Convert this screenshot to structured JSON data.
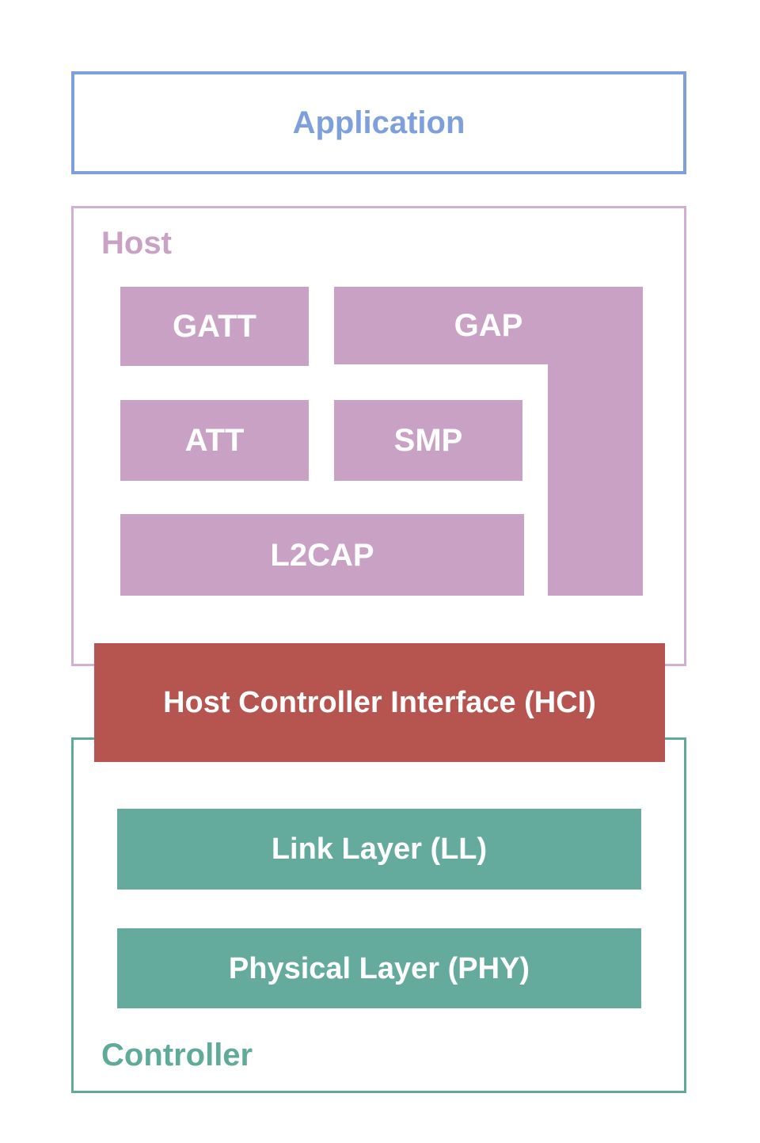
{
  "colors": {
    "background": "#ffffff",
    "app_border": "#7e9fdc",
    "app_text": "#7da0dc",
    "host_border": "#d2b0d2",
    "host_text": "#c9a1c4",
    "block_pink": "#c9a1c4",
    "hci_red": "#b65450",
    "teal_fill": "#65ab9d",
    "controller_border": "#5faa98",
    "controller_text": "#5faa98",
    "block_text": "#ffffff"
  },
  "application": {
    "label": "Application"
  },
  "host": {
    "label": "Host",
    "blocks": {
      "gatt": "GATT",
      "gap": "GAP",
      "att": "ATT",
      "smp": "SMP",
      "l2cap": "L2CAP"
    }
  },
  "hci": {
    "label": "Host Controller Interface (HCI)"
  },
  "controller": {
    "label": "Controller",
    "blocks": {
      "link_layer": "Link Layer (LL)",
      "physical_layer": "Physical Layer (PHY)"
    }
  }
}
